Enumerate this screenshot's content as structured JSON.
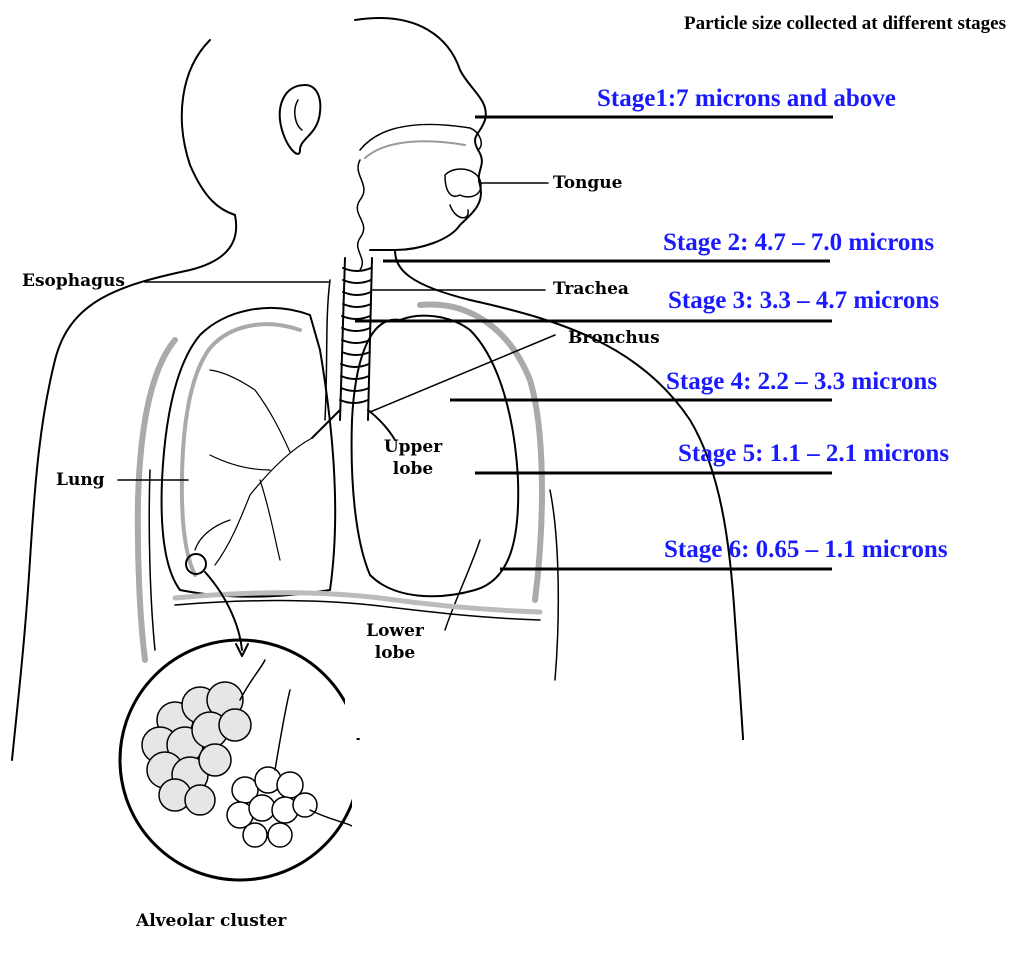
{
  "title": "Particle size collected at different stages",
  "stages": [
    {
      "label": "Stage1:7 microns and above"
    },
    {
      "label": "Stage 2: 4.7 – 7.0 microns"
    },
    {
      "label": "Stage 3: 3.3 – 4.7 microns"
    },
    {
      "label": "Stage 4: 2.2 – 3.3 microns"
    },
    {
      "label": "Stage 5: 1.1 – 2.1 microns"
    },
    {
      "label": "Stage 6: 0.65 – 1.1 microns"
    }
  ],
  "anatomy": {
    "tongue": "Tongue",
    "esophagus": "Esophagus",
    "trachea": "Trachea",
    "bronchus": "Bronchus",
    "lung": "Lung",
    "upper_lobe": "Upper\nlobe",
    "lower_lobe": "Lower\nlobe",
    "alveolar_cluster": "Alveolar cluster"
  },
  "colors": {
    "stage_text": "#1a1aff",
    "stage_line": "#000000",
    "ink": "#000000"
  }
}
